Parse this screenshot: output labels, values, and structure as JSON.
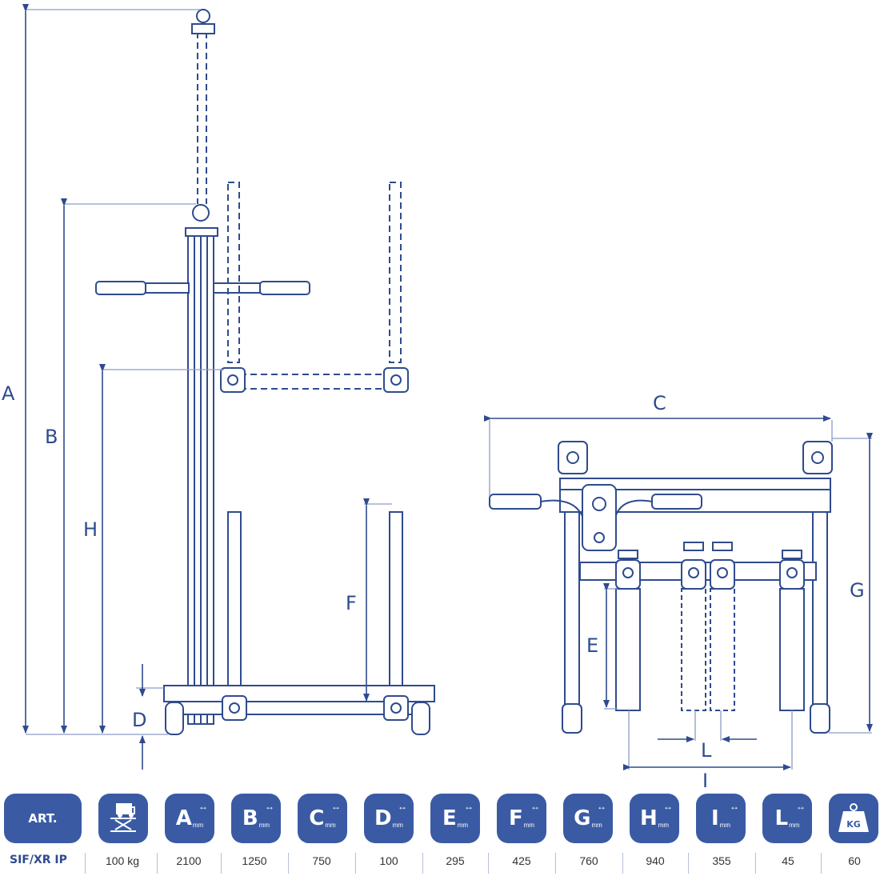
{
  "diagram": {
    "labels": {
      "A": "A",
      "B": "B",
      "H": "H",
      "D": "D",
      "F": "F",
      "C": "C",
      "G": "G",
      "E": "E",
      "L": "L",
      "I": "I"
    }
  },
  "table": {
    "header_art": "ART.",
    "icons": [
      {
        "name": "capacity-icon",
        "letter": "",
        "unit": ""
      },
      {
        "name": "dim-a-icon",
        "letter": "A",
        "unit": "mm"
      },
      {
        "name": "dim-b-icon",
        "letter": "B",
        "unit": "mm"
      },
      {
        "name": "dim-c-icon",
        "letter": "C",
        "unit": "mm"
      },
      {
        "name": "dim-d-icon",
        "letter": "D",
        "unit": "mm"
      },
      {
        "name": "dim-e-icon",
        "letter": "E",
        "unit": "mm"
      },
      {
        "name": "dim-f-icon",
        "letter": "F",
        "unit": "mm"
      },
      {
        "name": "dim-g-icon",
        "letter": "G",
        "unit": "mm"
      },
      {
        "name": "dim-h-icon",
        "letter": "H",
        "unit": "mm"
      },
      {
        "name": "dim-i-icon",
        "letter": "I",
        "unit": "mm"
      },
      {
        "name": "dim-l-icon",
        "letter": "L",
        "unit": "mm"
      },
      {
        "name": "weight-icon",
        "letter": "KG",
        "unit": ""
      }
    ],
    "row": {
      "art": "SIF/XR IP",
      "values": [
        "100 kg",
        "2100",
        "1250",
        "750",
        "100",
        "295",
        "425",
        "760",
        "940",
        "355",
        "45",
        "60"
      ]
    }
  },
  "colors": {
    "line": "#2f4b8e",
    "fill": "#3a5ba4",
    "dim": "#8a9cc6"
  }
}
